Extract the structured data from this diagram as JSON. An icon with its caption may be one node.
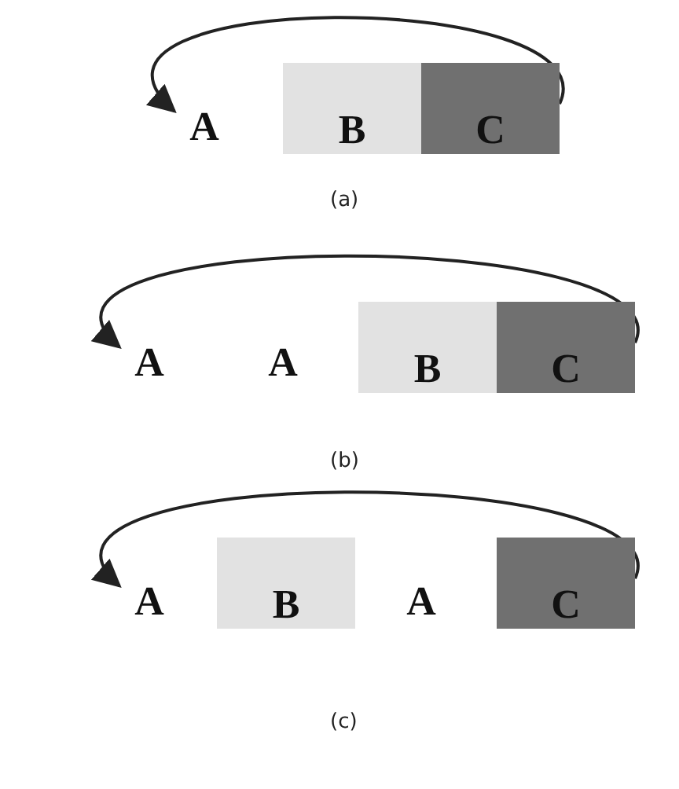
{
  "diagram": {
    "nodes": [
      {
        "text": [
          "A"
        ]
      },
      {
        "text": [
          "B"
        ]
      },
      {
        "text": [
          "C"
        ]
      },
      {
        "text": [
          "A"
        ]
      },
      {
        "text": [
          "A"
        ]
      },
      {
        "text": [
          "B"
        ]
      },
      {
        "text": [
          "C"
        ]
      },
      {
        "text": [
          "A"
        ]
      },
      {
        "text": [
          "B"
        ]
      },
      {
        "text": [
          "A"
        ]
      },
      {
        "text": [
          "C"
        ]
      }
    ],
    "edges": [
      {
        "from": 2,
        "to": 0,
        "arrow": "to"
      },
      {
        "from": 6,
        "to": 3,
        "arrow": "to"
      },
      {
        "from": 10,
        "to": 7,
        "arrow": "to"
      }
    ],
    "labels": [
      "(a)",
      "(b)",
      "(c)"
    ]
  }
}
